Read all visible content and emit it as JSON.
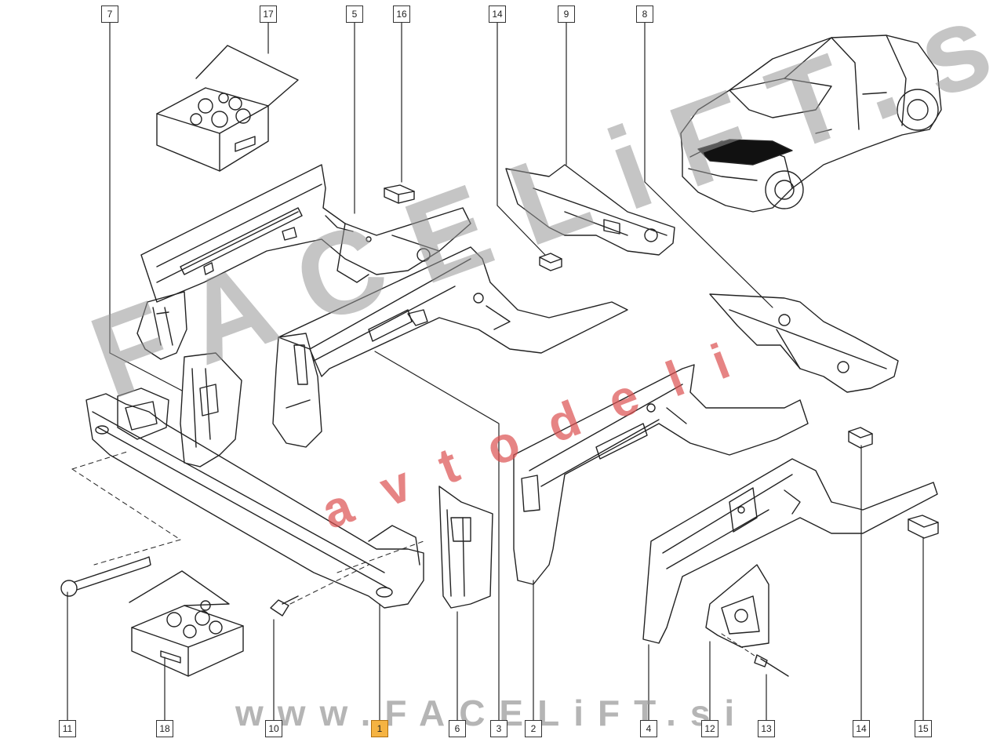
{
  "callouts": {
    "top": [
      "7",
      "17",
      "5",
      "16",
      "14",
      "9",
      "8"
    ],
    "bottom": [
      "11",
      "18",
      "10",
      "1",
      "6",
      "3",
      "2",
      "4",
      "12",
      "13",
      "14",
      "15"
    ]
  },
  "highlight_color": "#f5b342",
  "watermark": {
    "big": "FACELiFT.si",
    "middle": "avtodeli",
    "bottom": "www.FACELiFT.si"
  }
}
